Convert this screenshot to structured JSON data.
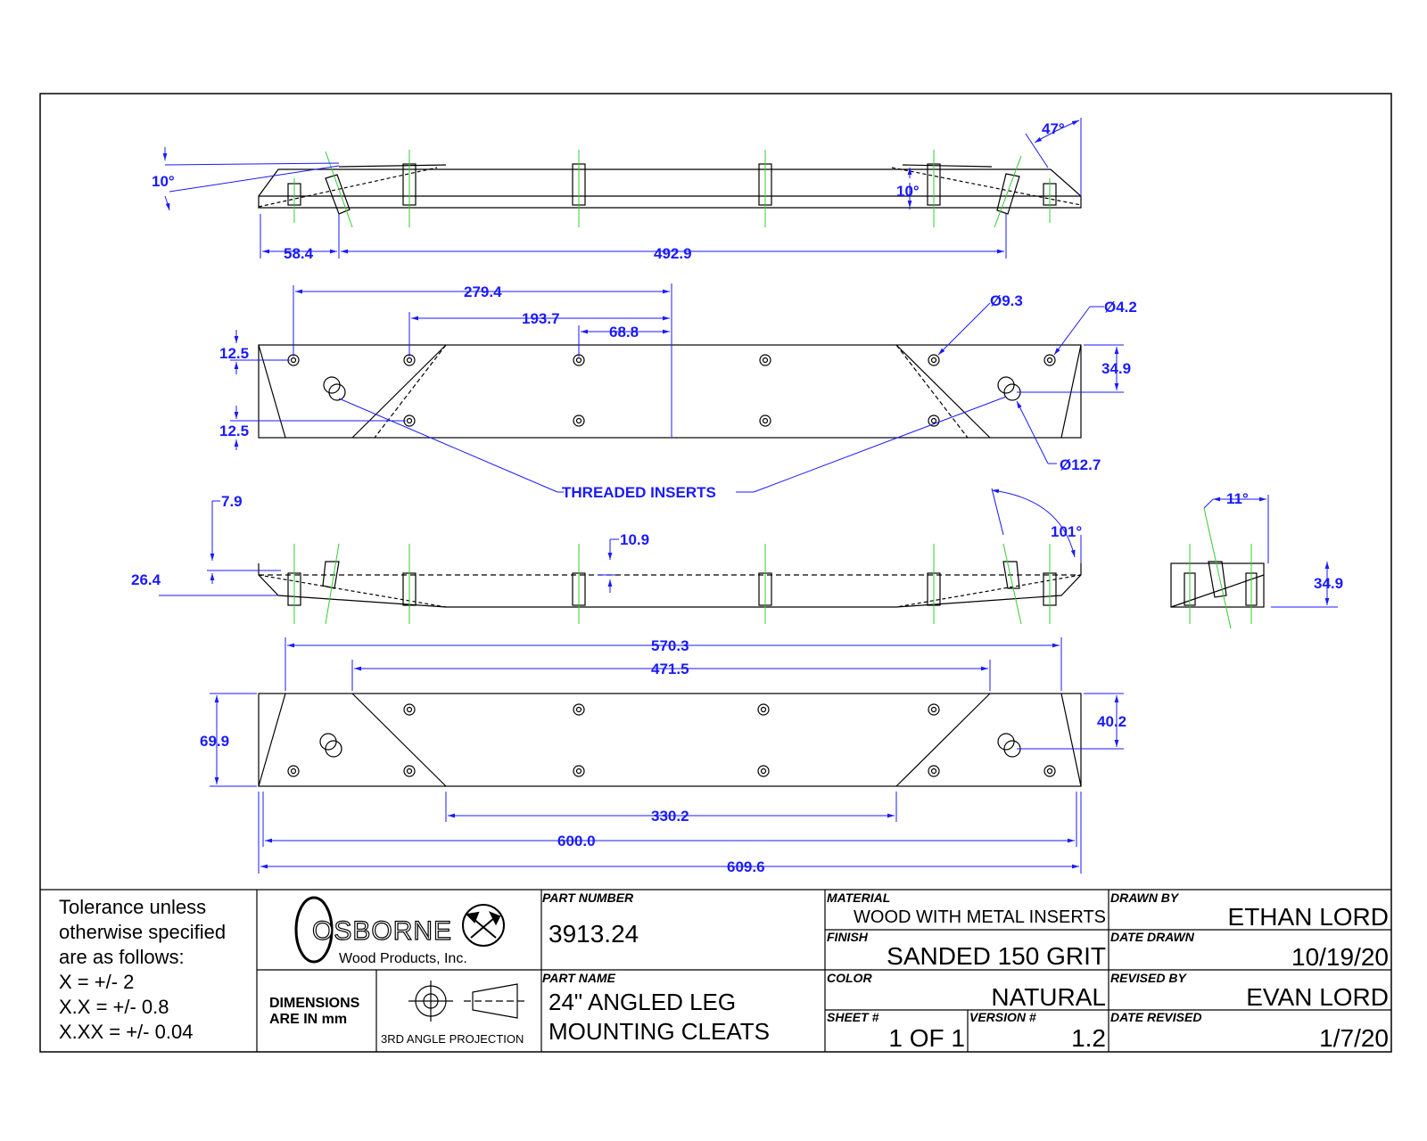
{
  "drawing": {
    "dimensions": {
      "d1": "10°",
      "d2": "58.4",
      "d3": "492.9",
      "d4": "10°",
      "d5": "47°",
      "d6": "279.4",
      "d7": "193.7",
      "d8": "68.8",
      "d9": "Ø9.3",
      "d10": "Ø4.2",
      "d11": "12.5",
      "d12": "12.5",
      "d13": "34.9",
      "d14": "Ø12.7",
      "d15": "THREADED INSERTS",
      "d16": "7.9",
      "d17": "26.4",
      "d18": "10.9",
      "d19": "101°",
      "d20": "11°",
      "d21": "34.9",
      "d22": "570.3",
      "d23": "471.5",
      "d24": "69.9",
      "d25": "40.2",
      "d26": "330.2",
      "d27": "600.0",
      "d28": "609.6"
    }
  },
  "title_block": {
    "tolerance": [
      "Tolerance unless",
      "otherwise specified",
      "are as follows:",
      "X = +/- 2",
      "X.X = +/- 0.8",
      "X.XX = +/- 0.04"
    ],
    "logo_text": "OSBORNE",
    "logo_sub": "Wood Products, Inc.",
    "dimensions_note": [
      "DIMENSIONS",
      "ARE IN mm"
    ],
    "projection_label": "3RD ANGLE PROJECTION",
    "part_number_label": "PART NUMBER",
    "part_number": "3913.24",
    "part_name_label": "PART NAME",
    "part_name": [
      "24\" ANGLED LEG",
      "MOUNTING CLEATS"
    ],
    "material_label": "MATERIAL",
    "material": "WOOD WITH METAL INSERTS",
    "finish_label": "FINISH",
    "finish": "SANDED 150 GRIT",
    "color_label": "COLOR",
    "color": "NATURAL",
    "sheet_label": "SHEET #",
    "sheet": "1 OF 1",
    "version_label": "VERSION #",
    "version": "1.2",
    "drawn_by_label": "DRAWN BY",
    "drawn_by": "ETHAN LORD",
    "date_drawn_label": "DATE DRAWN",
    "date_drawn": "10/19/20",
    "revised_by_label": "REVISED BY",
    "revised_by": "EVAN LORD",
    "date_revised_label": "DATE REVISED",
    "date_revised": "1/7/20"
  },
  "colors": {
    "dimension": "#1a1aff",
    "centerline": "#33cc33",
    "outline": "#000000"
  }
}
